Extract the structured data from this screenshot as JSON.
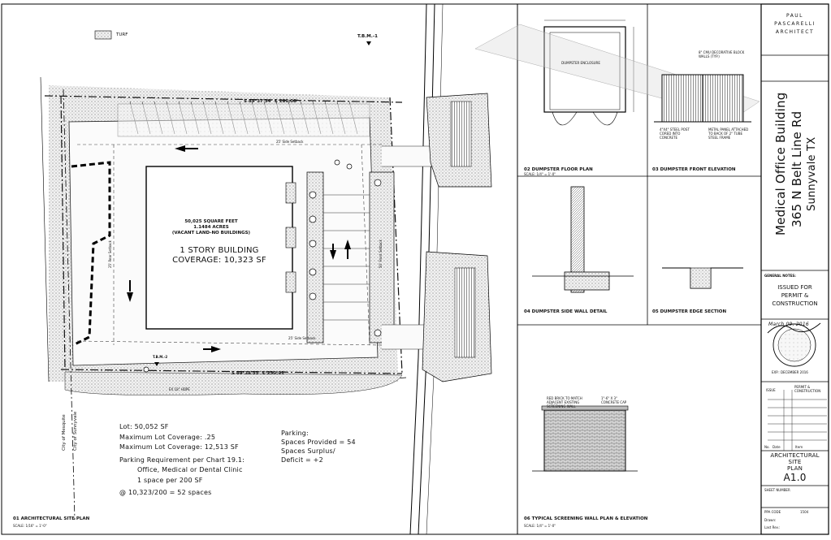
{
  "title_block": {
    "firm_line1": "PAUL",
    "firm_line2": "PASCARELLI",
    "firm_line3": "ARCHITECT",
    "project_name": "Medical Office Building",
    "project_address": "365 N Belt Line Rd",
    "project_city": "Sunnyvale TX",
    "general_notes_label": "GENERAL NOTES:",
    "issue_line1": "ISSUED FOR",
    "issue_line2": "PERMIT &",
    "issue_line3": "CONSTRUCTION",
    "signature_date": "March 09, 2016",
    "expires": "EXP.: DECEMBER 2016",
    "issue_col1": "ISSUE",
    "issue_col2": "PERMIT & CONSTRUCTION",
    "no_label": "No.",
    "date_label": "Date",
    "item_label": "Item",
    "sheet_title_1": "ARCHITECTURAL",
    "sheet_title_2": "SITE",
    "sheet_title_3": "PLAN",
    "sheet_number": "A1.0",
    "sheet_number_label": "SHEET NUMBER",
    "ppa_code_label": "PPA CODE",
    "ppa_code": "1504",
    "drawn_label": "Drawn:",
    "last_rev_label": "Last Rev.:"
  },
  "site_plan": {
    "turf_legend": "TURF",
    "tbm1": "T.B.M.-1",
    "tbm2": "T.B.M.-2",
    "area_line1": "50,025 SQUARE FEET",
    "area_line2": "1.1484 ACRES",
    "area_line3": "(VACANT LAND-NO BUILDINGS)",
    "building_line1": "1 STORY BUILDING",
    "building_line2": "COVERAGE: 10,323 SF",
    "bearing_top": "S 89°37'34\" E 280.08'",
    "bearing_bottom": "S 89°38'33\" E 230.91'",
    "setback_side_top": "25' Side Setback",
    "setback_side_bottom": "25' Side Setback",
    "setback_rear": "25' Rear Setback",
    "setback_front": "50' Front Setback",
    "hdpe": "EX 18\" HDPE",
    "city_mesquite": "City of Mesquite",
    "city_sunnyvale": "City of Sunnyvale",
    "sheet_caption": "01 ARCHITECTURAL SITE PLAN",
    "scale_caption": "SCALE: 1/16\" = 1'-0\""
  },
  "lot_info": {
    "lot": "Lot: 50,052 SF",
    "max_coverage": "Maximum Lot Coverage: .25",
    "max_coverage_sf": "Maximum Lot Coverage: 12,513 SF",
    "parking_req": "Parking Requirement per Chart 19.1:",
    "use": "Office, Medical or Dental Clinic",
    "ratio": "1 space per 200 SF",
    "calc": "@ 10,323/200 = 52 spaces",
    "parking_label": "Parking:",
    "provided": "Spaces Provided = 54",
    "surplus": "Spaces Surplus/",
    "deficit": "Deficit = +2"
  },
  "details": {
    "floor_plan": "02 DUMPSTER FLOOR PLAN",
    "front_elev": "03 DUMPSTER FRONT ELEVATION",
    "side_wall": "04 DUMPSTER SIDE WALL DETAIL",
    "edge_section": "05 DUMPSTER EDGE SECTION",
    "screening_wall": "06 TYPICAL SCREENING WALL PLAN & ELEVATION",
    "dumpster_enclosure": "DUMPSTER ENCLOSURE",
    "scale_note": "SCALE: 1/4\" = 1'-0\"",
    "cmu_note": "8\" CMU DECORATIVE BLOCK WALLS (TYP.)",
    "steel_post": "4\"X4\" STEEL POST CORED INTO CONCRETE",
    "metal_panel": "METAL PANEL ATTACHED TO BACK OF 2\" TUBE STEEL FRAME",
    "red_brick": "RED BRICK TO MATCH ADJACENT EXISTING SCREENING WALL",
    "concrete_cap": "1\"-6\" X 3\" CONCRETE CAP"
  }
}
